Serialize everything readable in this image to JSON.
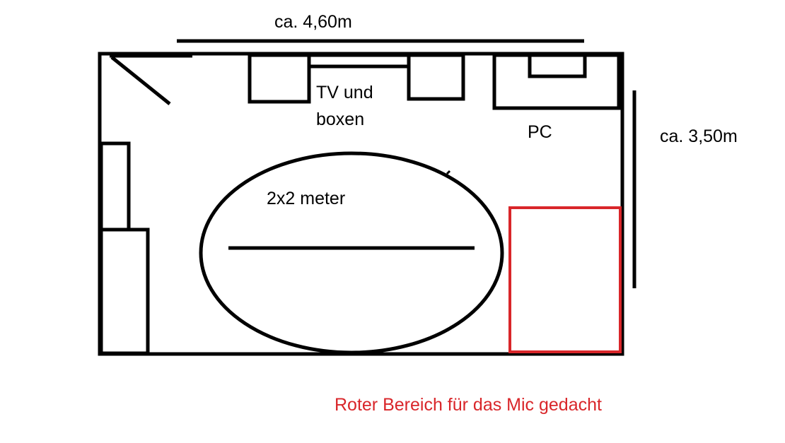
{
  "labels": {
    "width": "ca. 4,60m",
    "height": "ca. 3,50m",
    "tv_line1": "TV und",
    "tv_line2": "boxen",
    "pc": "PC",
    "rug": "2x2 meter",
    "note": "Roter Bereich für das Mic gedacht"
  },
  "colors": {
    "ink": "#000000",
    "highlight": "#d9262a",
    "background": "#ffffff"
  }
}
